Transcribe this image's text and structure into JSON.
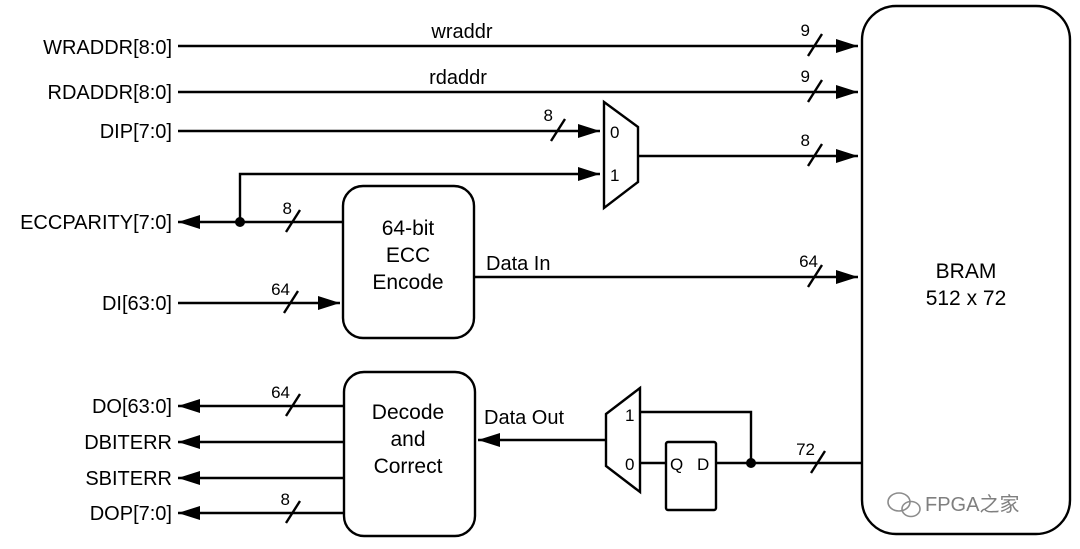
{
  "inputs": {
    "wraddr": "WRADDR[8:0]",
    "rdaddr": "RDADDR[8:0]",
    "dip": "DIP[7:0]",
    "di": "DI[63:0]"
  },
  "outputs": {
    "eccparity": "ECCPARITY[7:0]",
    "do": "DO[63:0]",
    "dbiterr": "DBITERR",
    "sbiterr": "SBITERR",
    "dop": "DOP[7:0]"
  },
  "signals": {
    "wraddr": "wraddr",
    "rdaddr": "rdaddr",
    "data_in": "Data In",
    "data_out": "Data Out"
  },
  "widths": {
    "wraddr": "9",
    "rdaddr": "9",
    "dip": "8",
    "mux_out": "8",
    "eccparity": "8",
    "di": "64",
    "data_in": "64",
    "do": "64",
    "dop": "8",
    "bram_out": "72"
  },
  "blocks": {
    "encoder": [
      "64-bit",
      "ECC",
      "Encode"
    ],
    "decoder": [
      "Decode",
      "and",
      "Correct"
    ],
    "bram": [
      "BRAM",
      "512 x 72"
    ]
  },
  "mux": {
    "top": {
      "in0": "0",
      "in1": "1"
    },
    "bottom": {
      "in0": "0",
      "in1": "1"
    }
  },
  "register": {
    "q": "Q",
    "d": "D"
  },
  "watermark": "FPGA之家"
}
